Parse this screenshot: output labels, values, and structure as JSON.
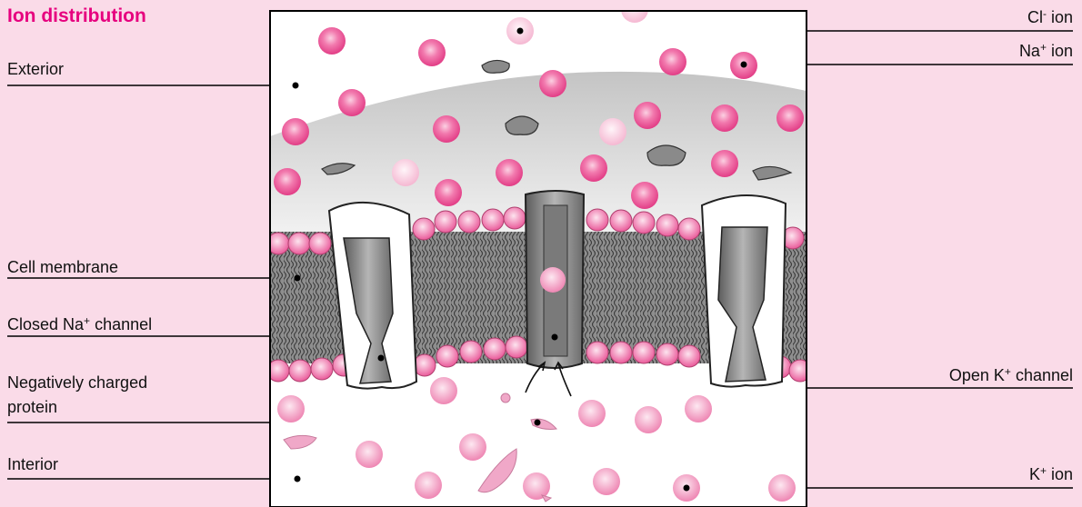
{
  "title": "Ion distribution",
  "labels": {
    "exterior": "Exterior",
    "cell_membrane": "Cell membrane",
    "closed_na_channel": {
      "pre": "Closed Na",
      "sup": "+",
      "post": " channel"
    },
    "neg_protein": {
      "line1": "Negatively charged",
      "line2": "protein"
    },
    "interior": "Interior",
    "cl_ion": {
      "pre": "Cl",
      "sup": "-",
      "post": " ion"
    },
    "na_ion": {
      "pre": "Na",
      "sup": "+",
      "post": " ion"
    },
    "open_k_channel": {
      "pre": "Open K",
      "sup": "+",
      "post": " channel"
    },
    "k_ion": {
      "pre": "K",
      "sup": "+",
      "post": " ion"
    }
  },
  "colors": {
    "background": "#fadbe8",
    "title": "#e6007e",
    "na_ion": "#ee4f95",
    "cl_ion": "#fbd0e2",
    "k_ion": "#f39fc4",
    "membrane": "#6a6a6a",
    "protein": "#8a8a8a"
  }
}
